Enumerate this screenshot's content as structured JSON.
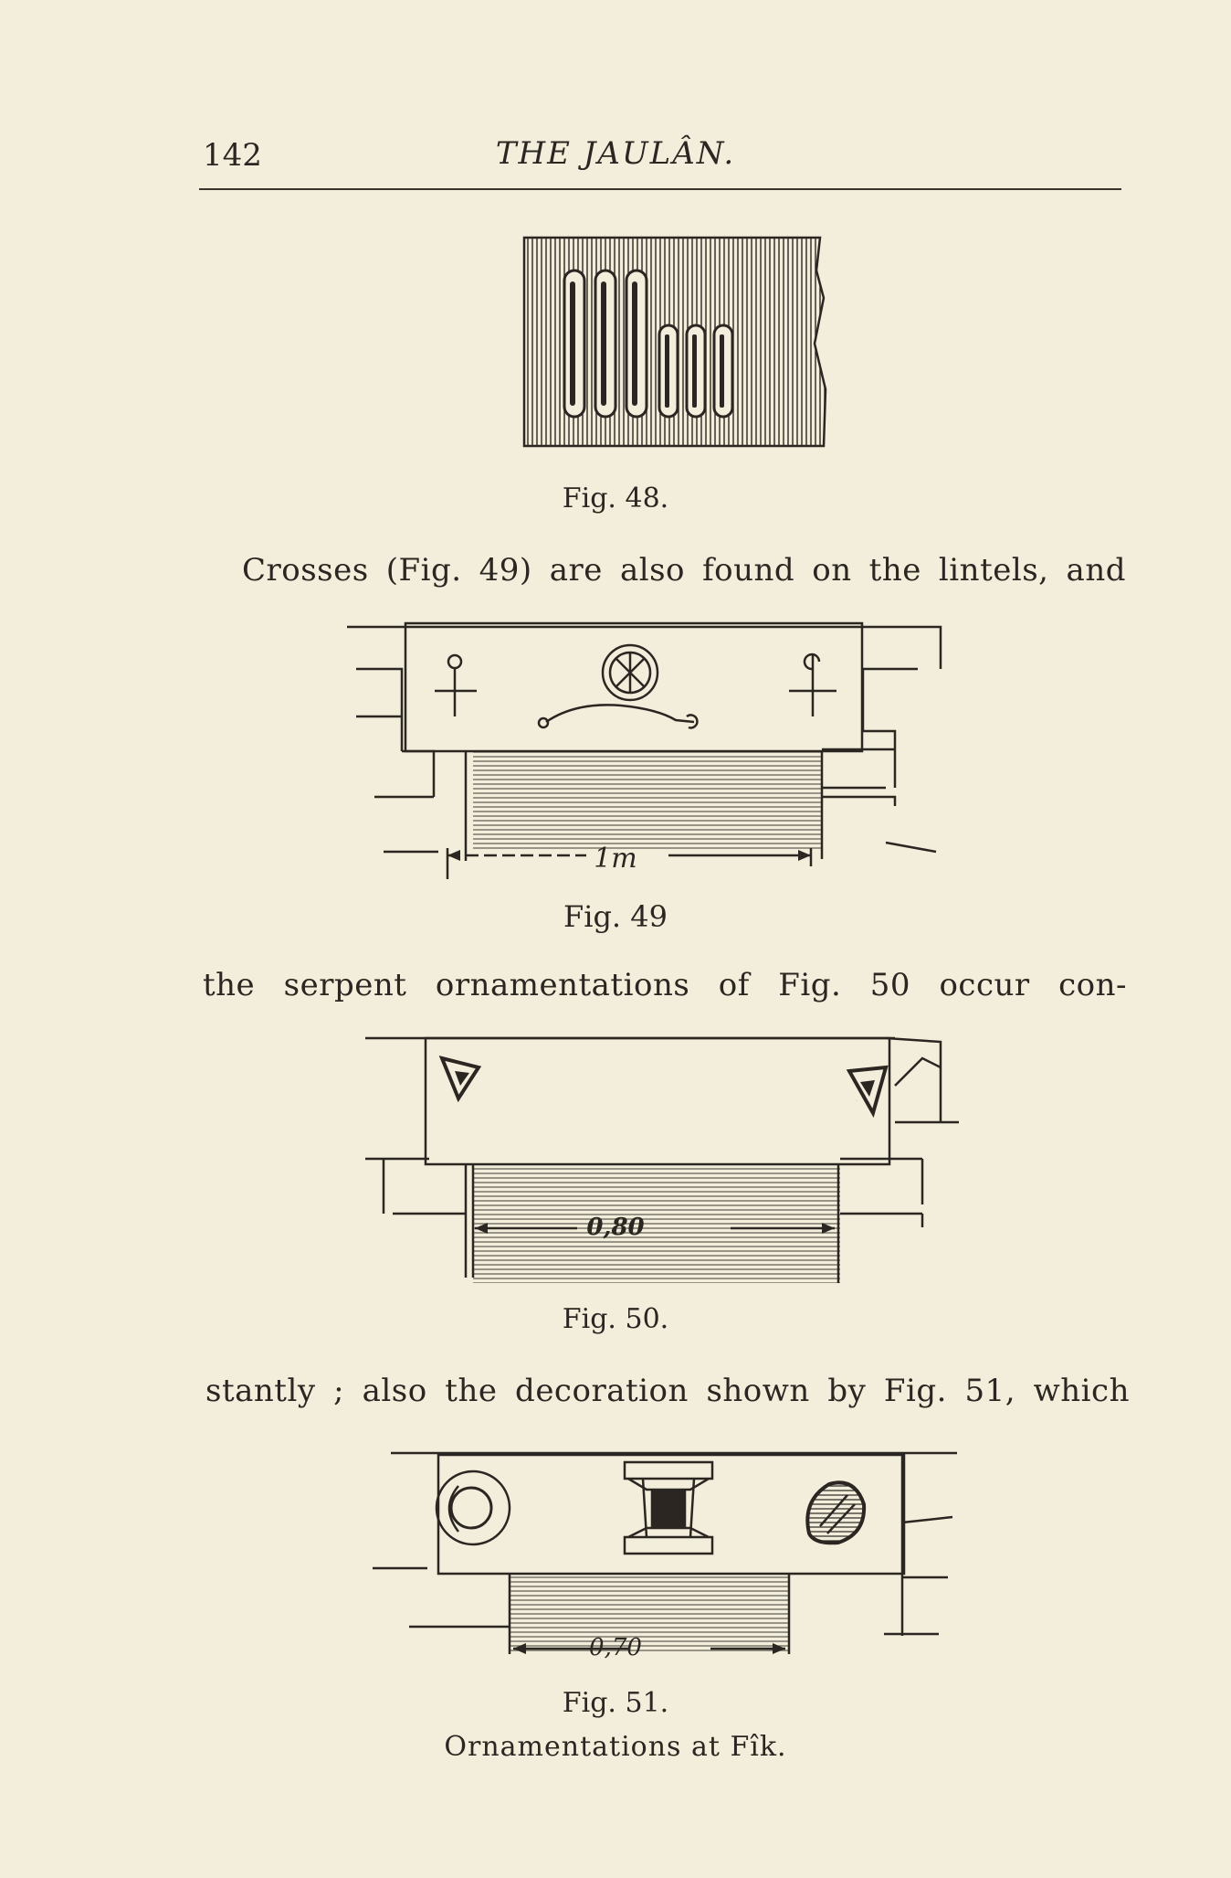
{
  "header": {
    "page_number": "142",
    "running_title": "THE JAULÂN."
  },
  "figures": {
    "fig48": {
      "caption": "Fig. 48."
    },
    "fig49": {
      "caption": "Fig. 49",
      "measurement": "1m"
    },
    "fig50": {
      "caption": "Fig. 50.",
      "measurement": "0,80"
    },
    "fig51": {
      "caption": "Fig. 51.",
      "measurement": "0,70",
      "subcaption": "Ornamentations at Fîk."
    }
  },
  "body": {
    "line1": "Crosses (Fig. 49) are also found on the lintels, and",
    "line2": "the serpent ornamentations of Fig. 50 occur con-",
    "line3": "stantly ; also the decoration shown by Fig. 51, which"
  },
  "colors": {
    "paper": "#f3eedb",
    "ink": "#2b2621"
  }
}
